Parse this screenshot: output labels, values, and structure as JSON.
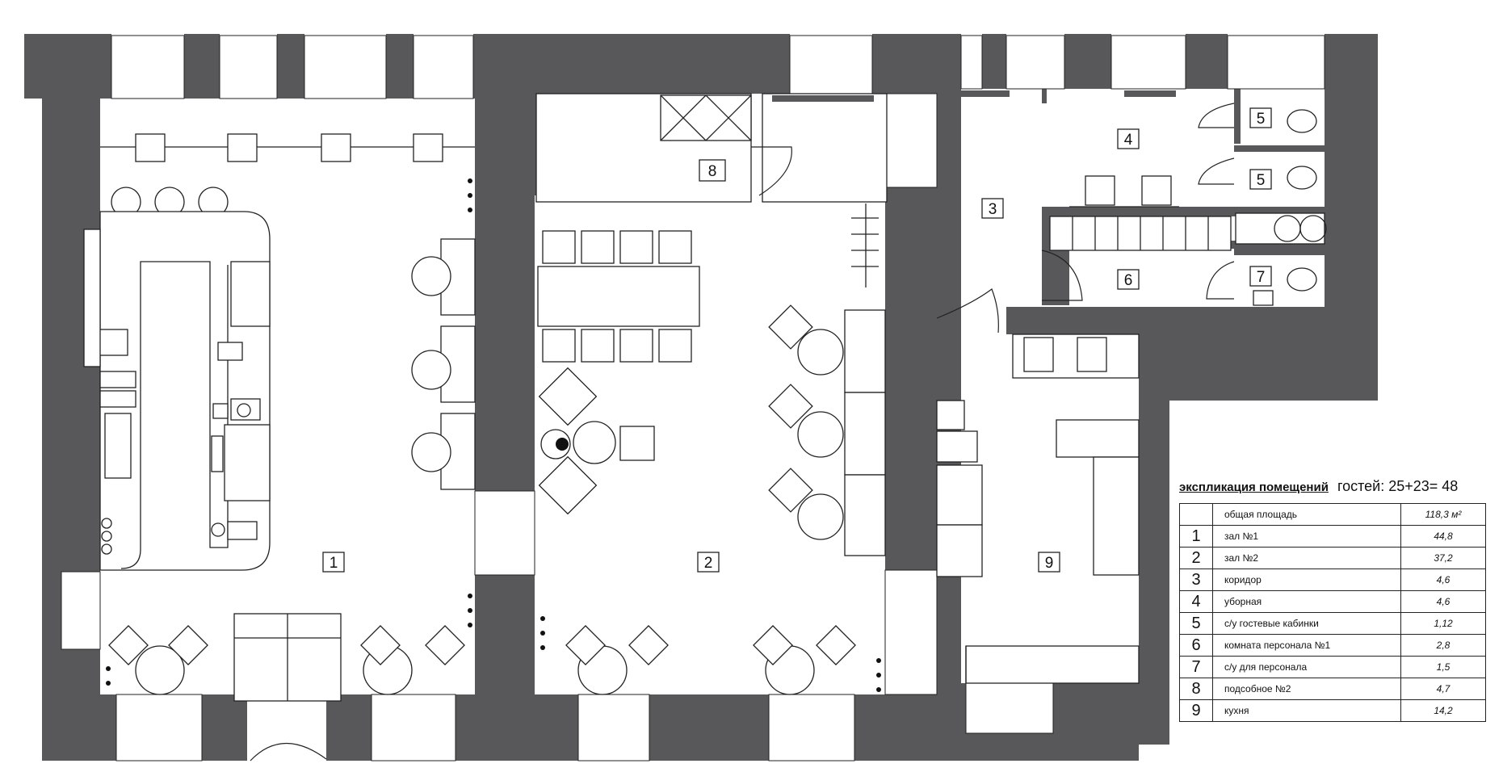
{
  "room_markers": [
    "1",
    "2",
    "3",
    "4",
    "5",
    "5",
    "6",
    "7",
    "8",
    "9"
  ],
  "explication": {
    "title": "экспликация помещений",
    "guests": "гостей: 25+23= 48",
    "total_label": "общая площадь",
    "total_value": "118,3 м²",
    "rows": [
      {
        "num": "1",
        "name": "зал №1",
        "area": "44,8"
      },
      {
        "num": "2",
        "name": "зал №2",
        "area": "37,2"
      },
      {
        "num": "3",
        "name": "коридор",
        "area": "4,6"
      },
      {
        "num": "4",
        "name": "уборная",
        "area": "4,6"
      },
      {
        "num": "5",
        "name": "с/у гостевые кабинки",
        "area": "1,12"
      },
      {
        "num": "6",
        "name": "комната персонала №1",
        "area": "2,8"
      },
      {
        "num": "7",
        "name": "с/у для персонала",
        "area": "1,5"
      },
      {
        "num": "8",
        "name": "подсобное №2",
        "area": "4,7"
      },
      {
        "num": "9",
        "name": "кухня",
        "area": "14,2"
      }
    ]
  },
  "colors": {
    "wall": "#58585a",
    "line": "#222222",
    "background": "#ffffff"
  }
}
